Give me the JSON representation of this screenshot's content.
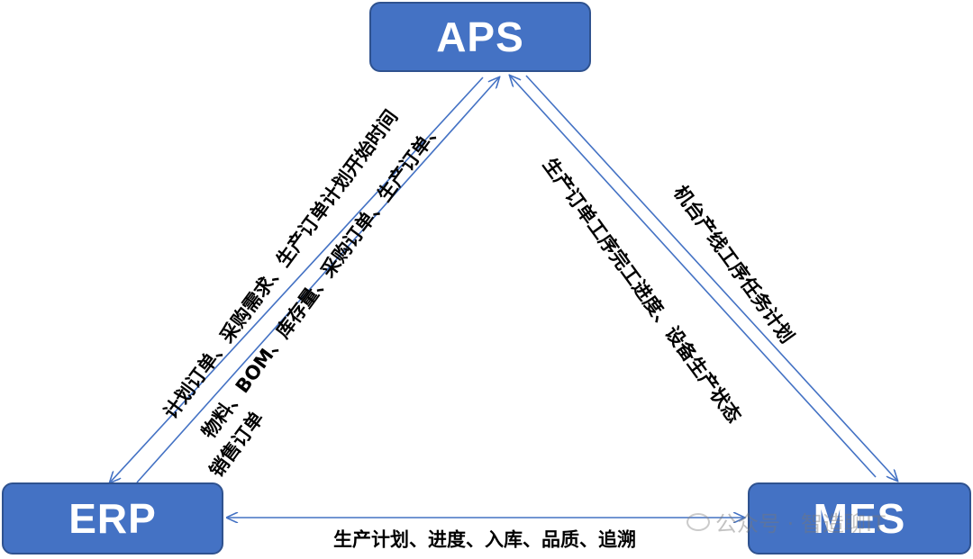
{
  "nodes": {
    "aps": "APS",
    "erp": "ERP",
    "mes": "MES"
  },
  "edges": {
    "erp_to_aps_1": "计划订单、采购需求、生产订单计划开始时间",
    "erp_to_aps_2": "物料、BOM、库存量、采购订单、生产订单、",
    "erp_to_aps_3": "销售订单",
    "aps_to_mes": "生产订单工序完工进度、设备生产状态",
    "mes_to_aps": "机台产线工序任务计划",
    "erp_mes": "生产计划、进度、入库、品质、追溯"
  },
  "watermark": "公众号 · 智造聊IT",
  "colors": {
    "node_fill": "#4472c4",
    "node_border": "#2f528f",
    "arrow": "#4472c4"
  }
}
